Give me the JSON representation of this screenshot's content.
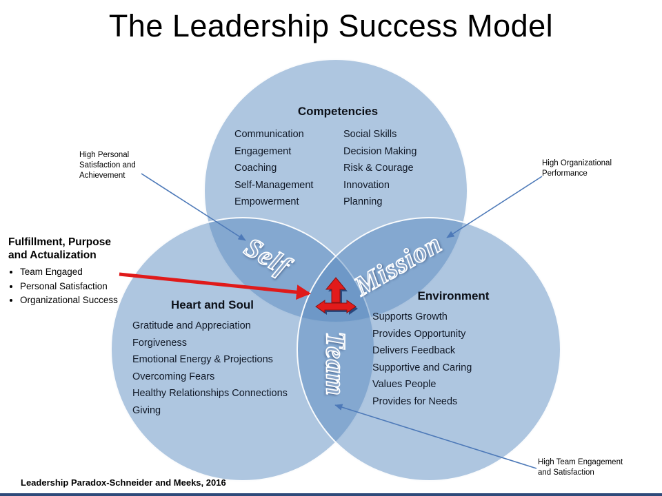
{
  "title": "The Leadership Success Model",
  "footer": "Leadership Paradox-Schneider and Meeks, 2016",
  "colors": {
    "circle_fill": "#AEC6E4",
    "overlap_fill": "#8FA9CC",
    "annotation_arrow_blue": "#4D79B8",
    "emphasis_arrow_red": "#E01A1A",
    "center_icon_red": "#E21B1B",
    "center_icon_shadow_blue": "#29487D"
  },
  "circles": {
    "competencies": {
      "heading": "Competencies",
      "rows": [
        {
          "left": "Communication",
          "right": "Social Skills"
        },
        {
          "left": "Engagement",
          "right": "Decision Making"
        },
        {
          "left": "Coaching",
          "right": "Risk & Courage"
        },
        {
          "left": "Self-Management",
          "right": "Innovation"
        },
        {
          "left": "Empowerment",
          "right": "Planning"
        }
      ]
    },
    "heart_and_soul": {
      "heading": "Heart and Soul",
      "items": [
        "Gratitude and Appreciation",
        "Forgiveness",
        "Emotional Energy & Projections",
        "Overcoming Fears",
        "Healthy Relationships Connections",
        "Giving"
      ]
    },
    "environment": {
      "heading": "Environment",
      "items": [
        "Supports Growth",
        "Provides Opportunity",
        "Delivers Feedback",
        "Supportive and Caring",
        "Values People",
        "Provides for Needs"
      ]
    }
  },
  "intersections": {
    "self": "Self",
    "mission": "Mission",
    "team": "Team"
  },
  "annotations": {
    "personal": "High Personal Satisfaction and Achievement",
    "organizational": "High Organizational Performance",
    "team": "High Team Engagement and Satisfaction",
    "fulfillment": {
      "heading": "Fulfillment, Purpose and Actualization",
      "bullets": [
        "Team Engaged",
        "Personal Satisfaction",
        "Organizational Success"
      ]
    }
  }
}
